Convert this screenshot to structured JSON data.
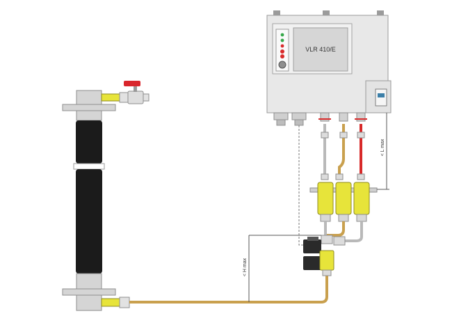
{
  "device": {
    "label": "VLR 410/E"
  },
  "dimensions": {
    "length_label": "< L max",
    "height_label": "< H max"
  },
  "colors": {
    "housing": "#e8e8e8",
    "screen": "#d6d6d6",
    "fitting_yellow": "#e7e43a",
    "pipe_gold": "#c9a04e",
    "pipe_red": "#d82a2a",
    "pipe_grey": "#b9b9b9",
    "column_black": "#1b1b1b",
    "valve_red": "#d9262c"
  }
}
